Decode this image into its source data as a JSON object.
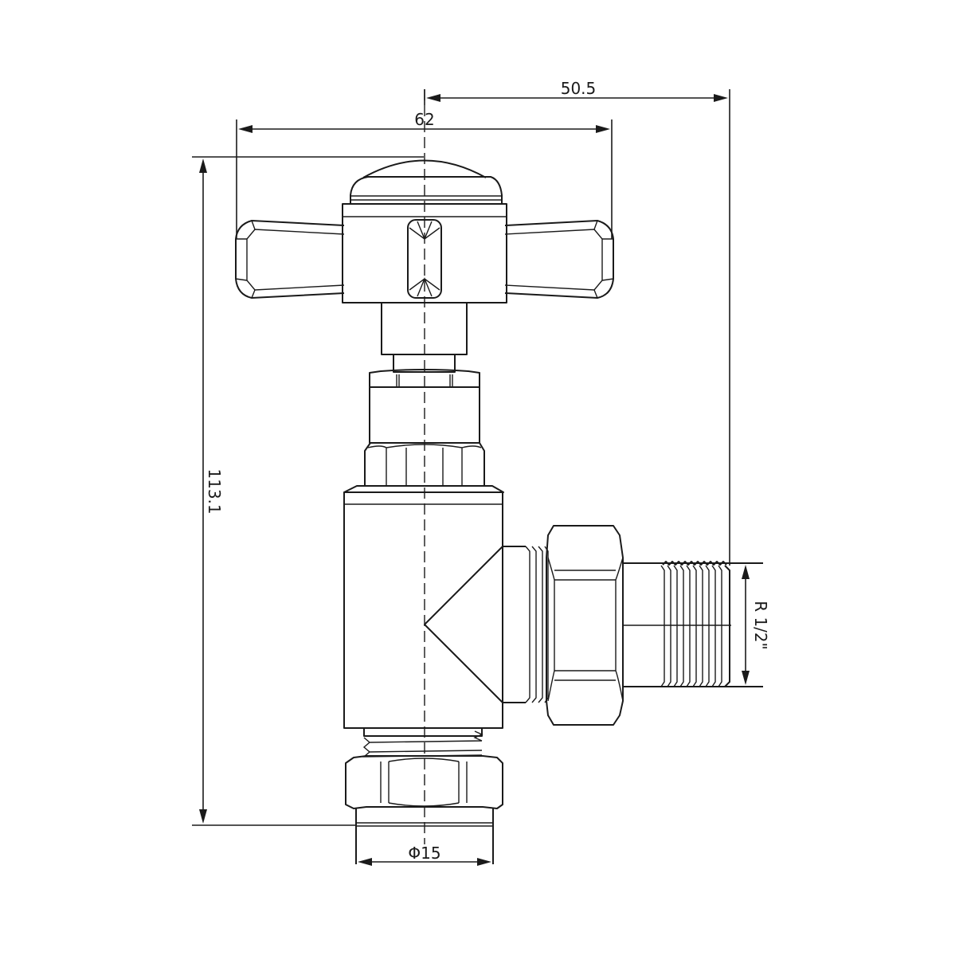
{
  "drawing": {
    "subject": "Angled radiator valve with crosshead handle",
    "view": "front elevation",
    "line_color": "#1a1a1a",
    "background": "#ffffff"
  },
  "dimensions": {
    "offset_width": {
      "label": "50.5",
      "orientation": "horizontal"
    },
    "handle_width": {
      "label": "62",
      "orientation": "horizontal"
    },
    "total_height": {
      "label": "113.1",
      "orientation": "vertical"
    },
    "thread_size": {
      "label": "R 1/2\"",
      "orientation": "vertical"
    },
    "pipe_diameter": {
      "label": "Φ15",
      "orientation": "horizontal"
    }
  },
  "parts": [
    "domed-cap",
    "crosshead-handle",
    "spindle",
    "gland-nut",
    "bonnet-hex-nut",
    "valve-body",
    "tail-thread",
    "union-nut",
    "male-tail-r-half",
    "compression-thread",
    "compression-nut",
    "pipe-stub"
  ]
}
